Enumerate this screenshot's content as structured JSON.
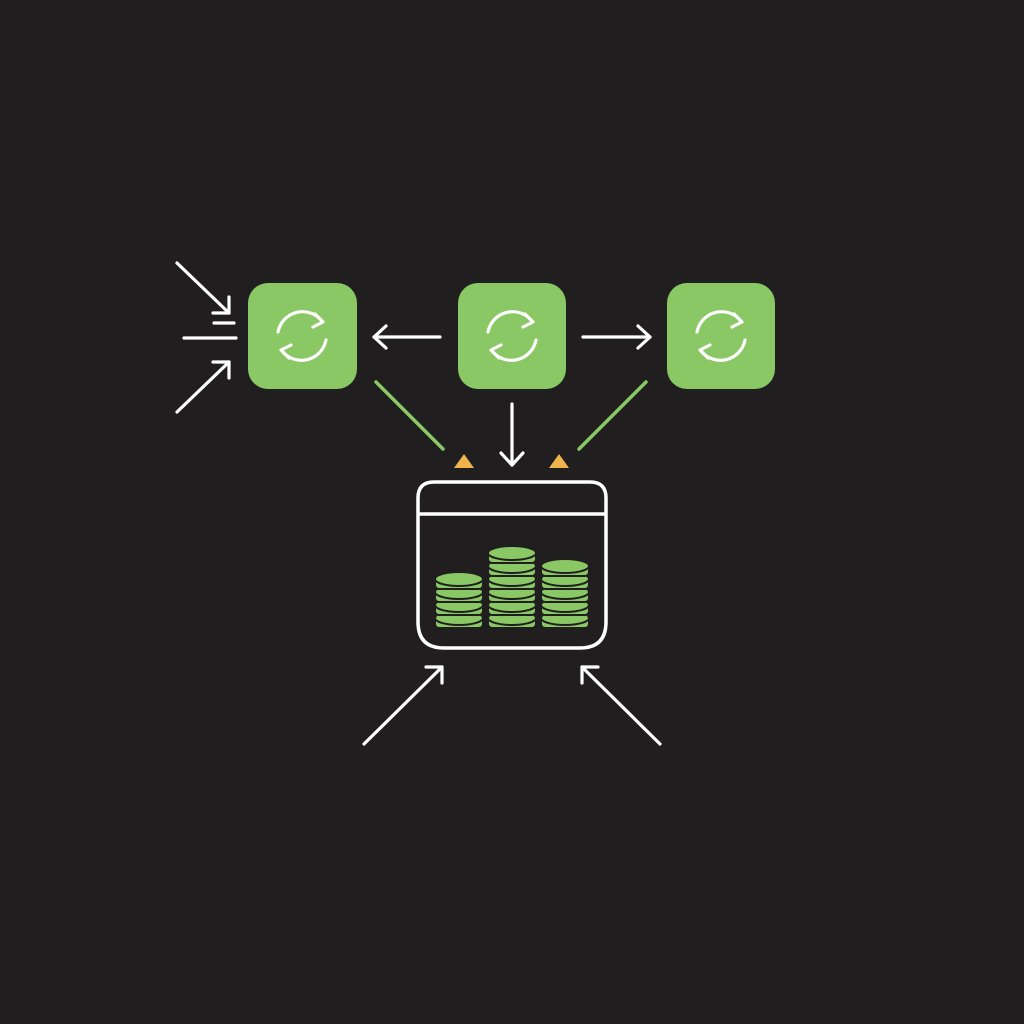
{
  "diagram": {
    "background": "#211e1f",
    "colors": {
      "node_fill": "#8ac866",
      "node_icon": "#ffffff",
      "connector_white": "#ffffff",
      "connector_green": "#8ac866",
      "marker": "#f0b44c",
      "storage_outline": "#ffffff",
      "coin_fill": "#8ac866",
      "coin_edge": "#211e1f"
    },
    "nodes": [
      {
        "id": "sync-node-left",
        "icon": "refresh-cycle-icon"
      },
      {
        "id": "sync-node-center",
        "icon": "refresh-cycle-icon"
      },
      {
        "id": "sync-node-right",
        "icon": "refresh-cycle-icon"
      }
    ],
    "storage": {
      "id": "coin-storage-window",
      "icon": "coin-stacks-icon",
      "stacks": [
        {
          "coins": 4
        },
        {
          "coins": 6
        },
        {
          "coins": 5
        }
      ]
    },
    "markers": [
      {
        "id": "marker-left",
        "shape": "triangle"
      },
      {
        "id": "marker-right",
        "shape": "triangle"
      }
    ],
    "edges": [
      {
        "from": "external",
        "to": "sync-node-left",
        "style": "white-arrow"
      },
      {
        "from": "external",
        "to": "sync-node-left",
        "style": "white-arrow"
      },
      {
        "from": "external",
        "to": "sync-node-left",
        "style": "white-arrow"
      },
      {
        "from": "sync-node-center",
        "to": "sync-node-left",
        "style": "white-arrow"
      },
      {
        "from": "sync-node-center",
        "to": "sync-node-right",
        "style": "white-arrow"
      },
      {
        "from": "sync-node-center",
        "to": "coin-storage-window",
        "style": "white-arrow"
      },
      {
        "from": "sync-node-left",
        "to": "coin-storage-window",
        "style": "green-line"
      },
      {
        "from": "sync-node-right",
        "to": "coin-storage-window",
        "style": "green-line"
      },
      {
        "from": "external",
        "to": "coin-storage-window",
        "style": "white-arrow"
      },
      {
        "from": "external",
        "to": "coin-storage-window",
        "style": "white-arrow"
      }
    ]
  }
}
